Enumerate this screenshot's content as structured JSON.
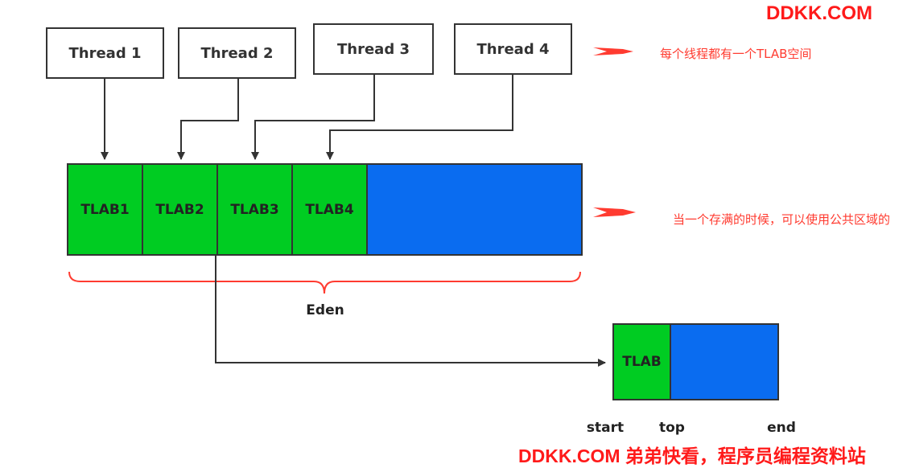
{
  "threads": [
    "Thread 1",
    "Thread 2",
    "Thread 3",
    "Thread 4"
  ],
  "tlabs": [
    "TLAB1",
    "TLAB2",
    "TLAB3",
    "TLAB4"
  ],
  "eden_label": "Eden",
  "detail": {
    "tlab_label": "TLAB",
    "pointers": {
      "start": "start",
      "top": "top",
      "end": "end"
    }
  },
  "notes": {
    "per_thread": "每个线程都有一个TLAB空间",
    "when_full": "当一个存满的时候，可以使用公共区域的"
  },
  "watermark": {
    "top": "DDKK.COM",
    "bottom": "DDKK.COM 弟弟快看，程序员编程资料站"
  },
  "colors": {
    "tlab_green": "#00cc22",
    "eden_blue": "#0a6cf0",
    "annotation_red": "#ff3b30",
    "line": "#333333"
  }
}
